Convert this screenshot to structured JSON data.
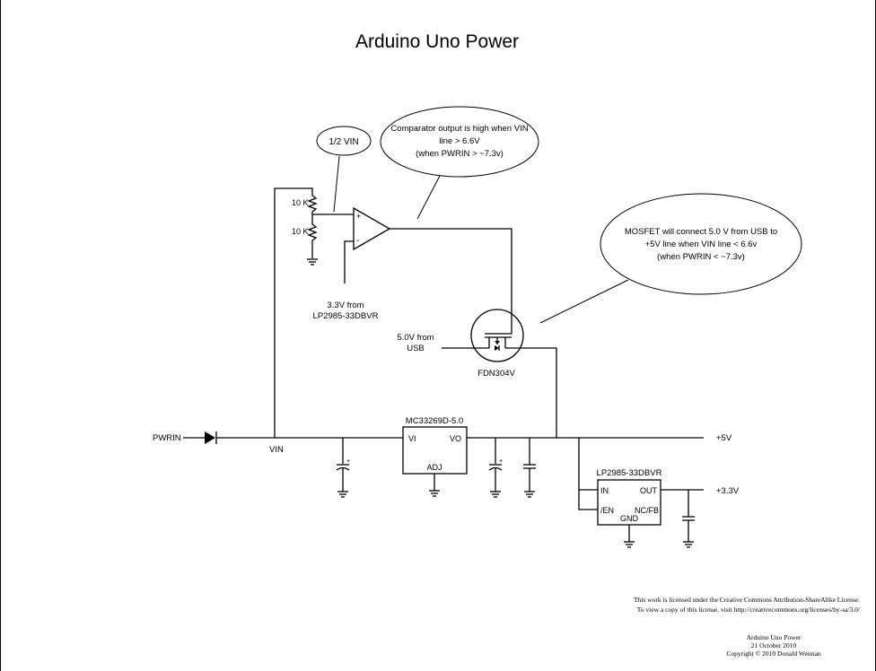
{
  "title": "Arduino Uno Power",
  "callouts": {
    "half_vin": "1/2 VIN",
    "comparator": [
      "Comparator output is high when VIN",
      "line > 6.6V",
      "(when PWRIN > ~7.3v)"
    ],
    "mosfet": [
      "MOSFET will connect 5.0 V from USB to",
      "+5V line when VIN line < 6.6v",
      "(when PWRIN < ~7.3v)"
    ]
  },
  "labels": {
    "r_top": "10 K",
    "r_bottom": "10 K",
    "ref_line1": "3.3V from",
    "ref_line2": "LP2985-33DBVR",
    "usb_line1": "5.0V from",
    "usb_line2": "USB",
    "mosfet_part": "FDN304V",
    "pwrin": "PWRIN",
    "vin": "VIN",
    "out_5v": "+5V",
    "out_33v": "+3.3V",
    "op_plus": "+",
    "op_minus": "-"
  },
  "regulator_5v": {
    "part": "MC33269D-5.0",
    "vi": "VI",
    "vo": "VO",
    "adj": "ADJ"
  },
  "regulator_33v": {
    "part": "LP2985-33DBVR",
    "in": "IN",
    "out": "OUT",
    "en": "/EN",
    "ncfb": "NC/FB",
    "gnd": "GND"
  },
  "license": [
    "This work is licensed under the Creative Commons Attribution-ShareAlike License.",
    "To view a copy of this license, visit  http://creativecommons.org/licenses/by-sa/3.0/"
  ],
  "credits": [
    "Arduino Uno Power",
    "21 October 2010",
    "Copyright © 2010  Donald Weiman"
  ]
}
